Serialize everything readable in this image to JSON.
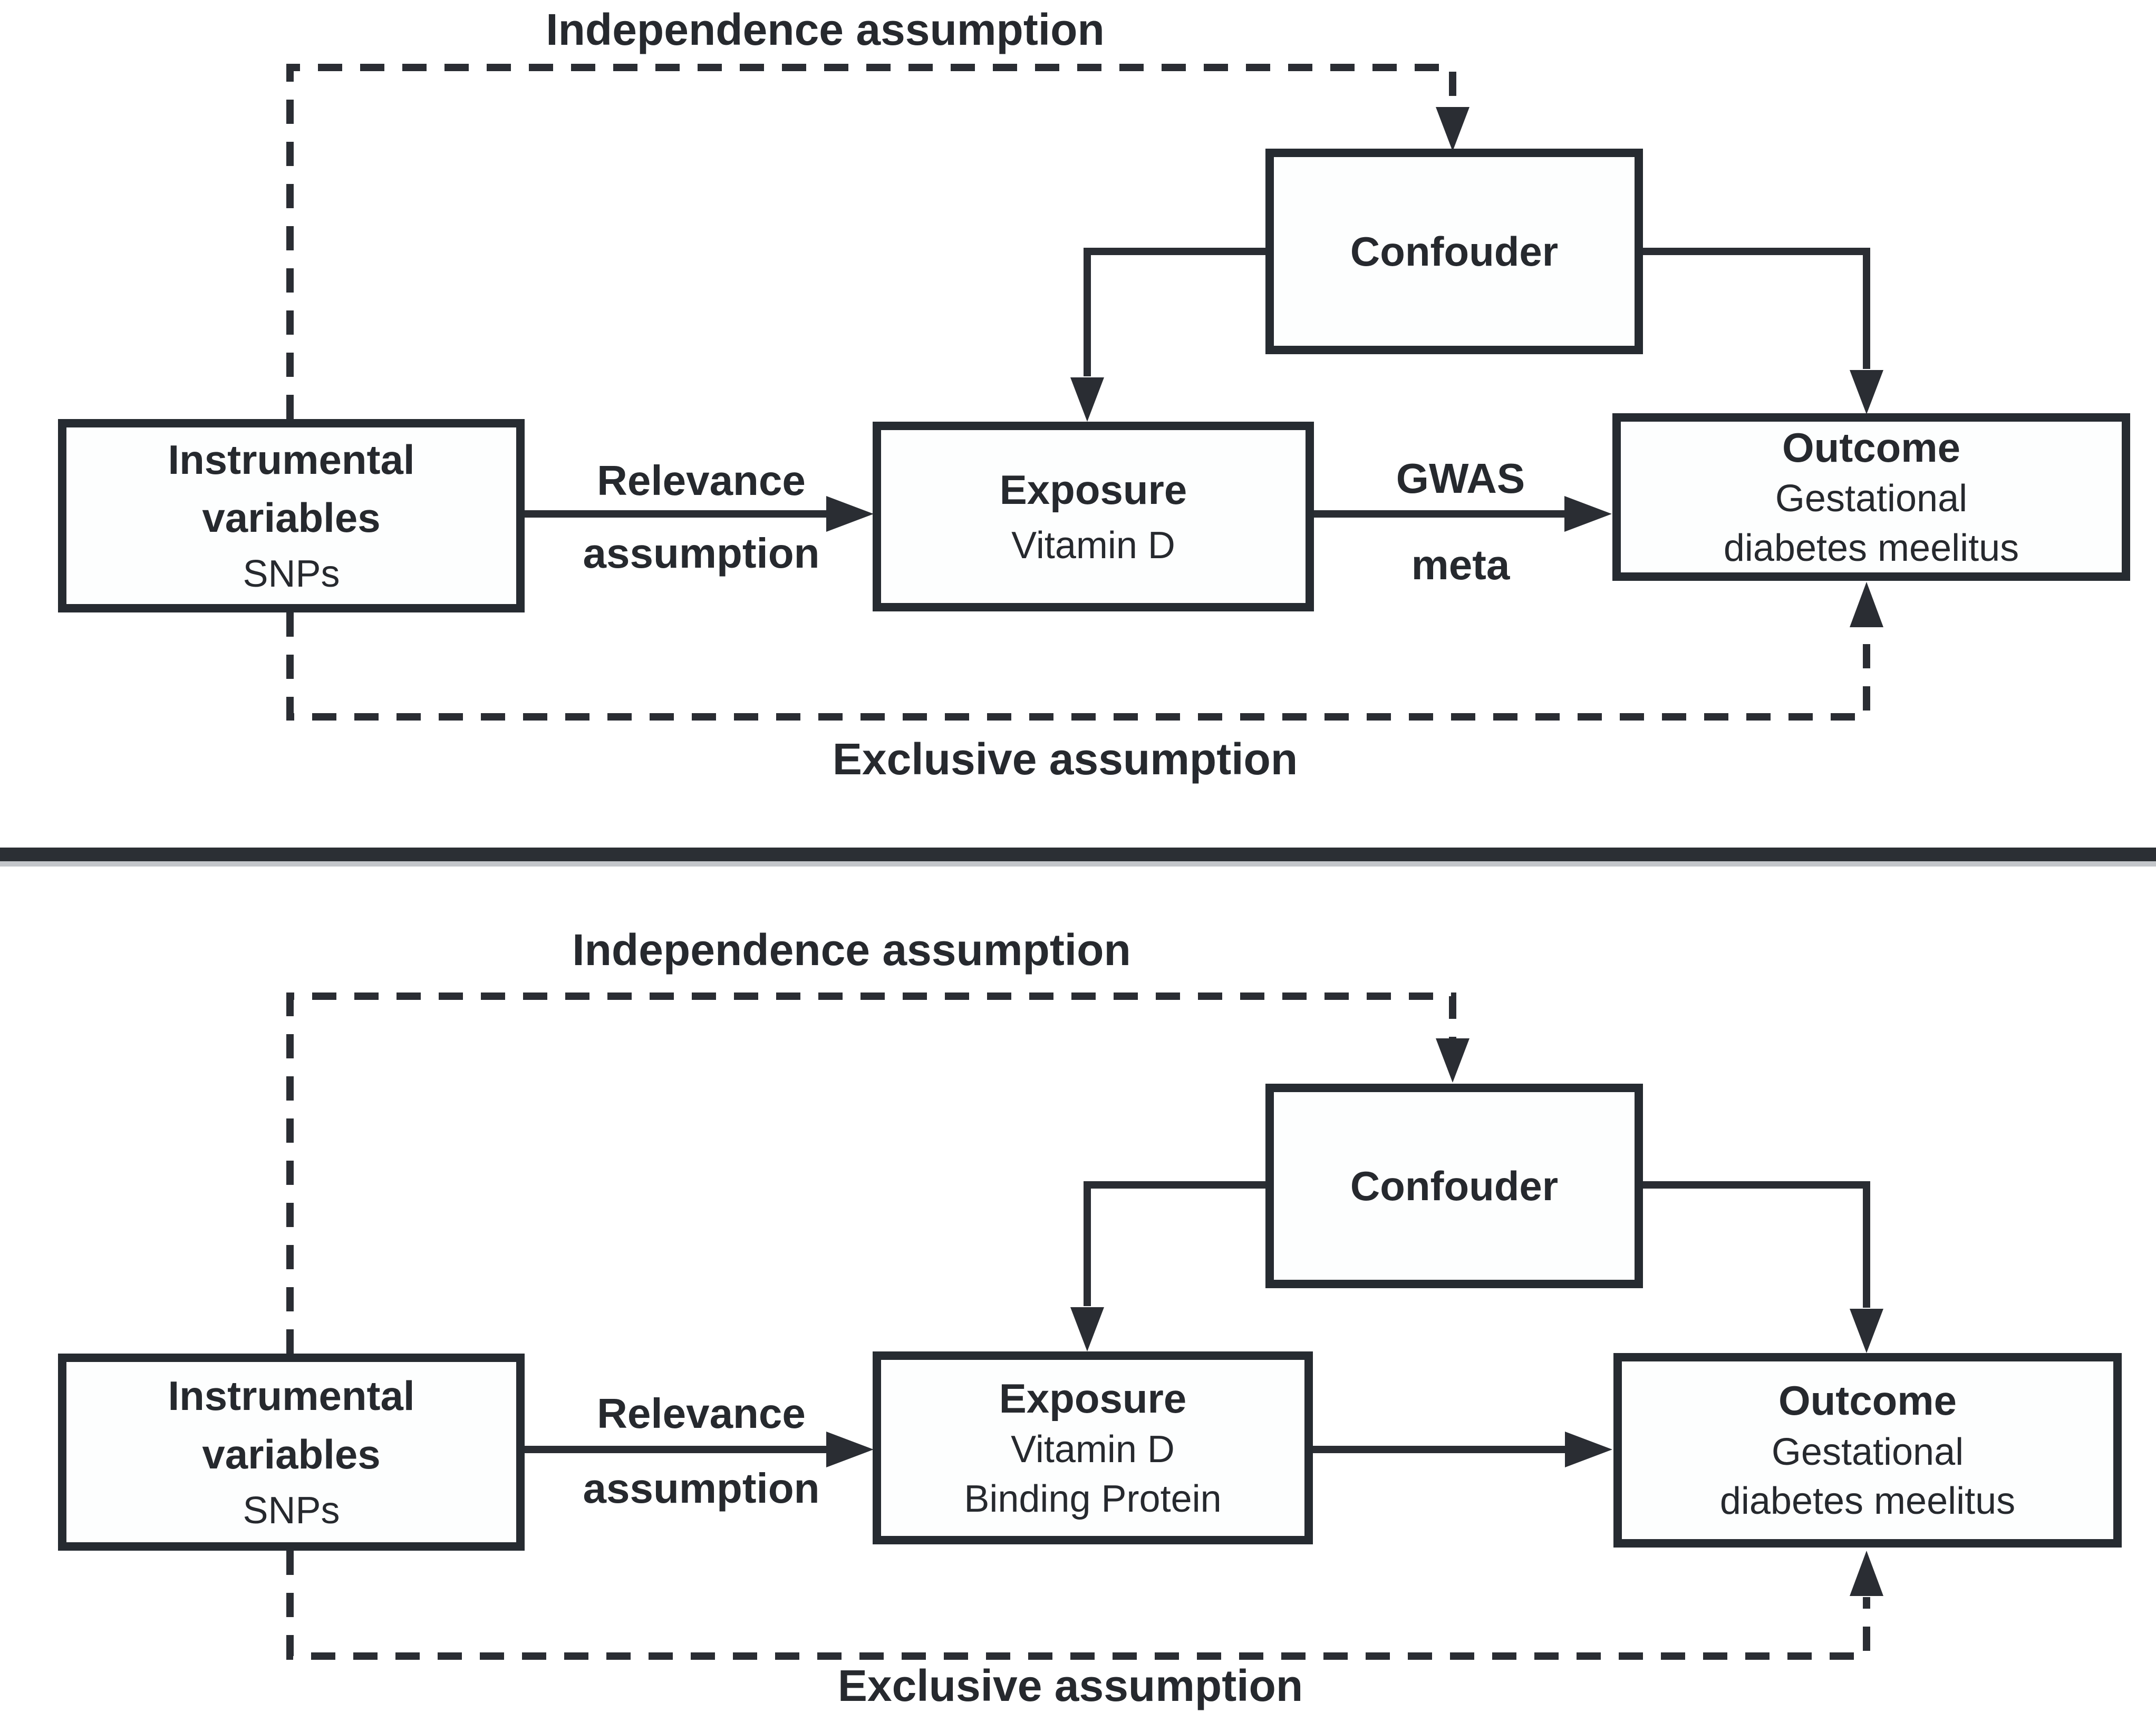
{
  "colors": {
    "line": "#2a2d33",
    "text": "#26292e",
    "box_background": "#fdfefe",
    "page_background": "#ffffff"
  },
  "panels": [
    {
      "independence_label": "Independence assumption",
      "exclusive_label": "Exclusive assumption",
      "iv_box": {
        "line1": "Instrumental",
        "line2": "variables",
        "line3": "SNPs"
      },
      "relevance": {
        "line1": "Relevance",
        "line2": "assumption"
      },
      "exposure_box": {
        "title": "Exposure",
        "subtitle1": "Vitamin D"
      },
      "gwas": {
        "line1": "GWAS",
        "line2": "meta"
      },
      "confounder_box": {
        "title": "Confouder"
      },
      "outcome_box": {
        "title": "Outcome",
        "subtitle1": "Gestational",
        "subtitle2": "diabetes meelitus"
      }
    },
    {
      "independence_label": "Independence assumption",
      "exclusive_label": "Exclusive assumption",
      "iv_box": {
        "line1": "Instrumental",
        "line2": "variables",
        "line3": "SNPs"
      },
      "relevance": {
        "line1": "Relevance",
        "line2": "assumption"
      },
      "exposure_box": {
        "title": "Exposure",
        "subtitle1": "Vitamin D",
        "subtitle2": "Binding Protein"
      },
      "confounder_box": {
        "title": "Confouder"
      },
      "outcome_box": {
        "title": "Outcome",
        "subtitle1": "Gestational",
        "subtitle2": "diabetes meelitus"
      }
    }
  ]
}
